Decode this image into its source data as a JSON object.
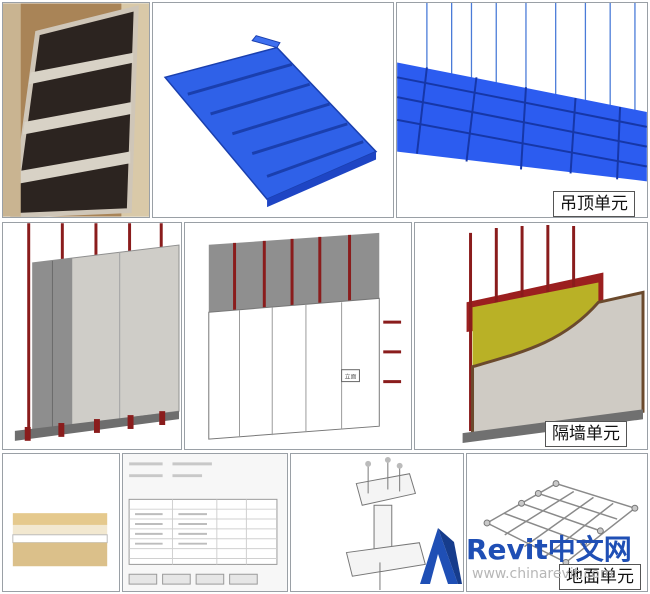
{
  "captions": {
    "ceiling": "吊顶单元",
    "partition": "隔墙单元",
    "floor": "地面单元"
  },
  "watermark": {
    "brand": "Revit中文网",
    "url": "www.chinarevit.com"
  },
  "popup_label": "立面"
}
